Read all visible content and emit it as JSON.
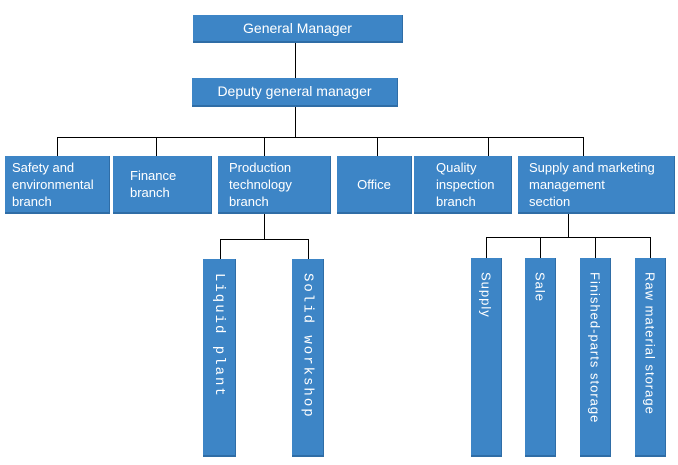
{
  "org": {
    "level1": {
      "label": "General Manager"
    },
    "level2": {
      "label": "Deputy general manager"
    },
    "branches": [
      {
        "label": "Safety and environmental branch",
        "lines": [
          "Safety and",
          "environmental",
          "branch"
        ]
      },
      {
        "label": "Finance branch",
        "lines": [
          "Finance",
          "branch"
        ]
      },
      {
        "label": "Production technology branch",
        "lines": [
          "Production",
          "technology",
          "branch"
        ]
      },
      {
        "label": "Office",
        "lines": [
          "Office"
        ]
      },
      {
        "label": "Quality inspection branch",
        "lines": [
          "Quality",
          "inspection",
          "branch"
        ]
      },
      {
        "label": "Supply and marketing management section",
        "lines": [
          "Supply and marketing",
          "management",
          "section"
        ]
      }
    ],
    "production_children": [
      {
        "label": "Liquid plant"
      },
      {
        "label": "Solid workshop"
      }
    ],
    "supply_children": [
      {
        "label": "Supply"
      },
      {
        "label": "Sale"
      },
      {
        "label": "Finished-parts storage"
      },
      {
        "label": "Raw material storage"
      }
    ]
  },
  "colors": {
    "box_fill": "#3D85C6",
    "box_edge": "#2F6DA6",
    "box_text": "#FFFFFF",
    "connector": "#000000",
    "background": "#FFFFFF"
  }
}
